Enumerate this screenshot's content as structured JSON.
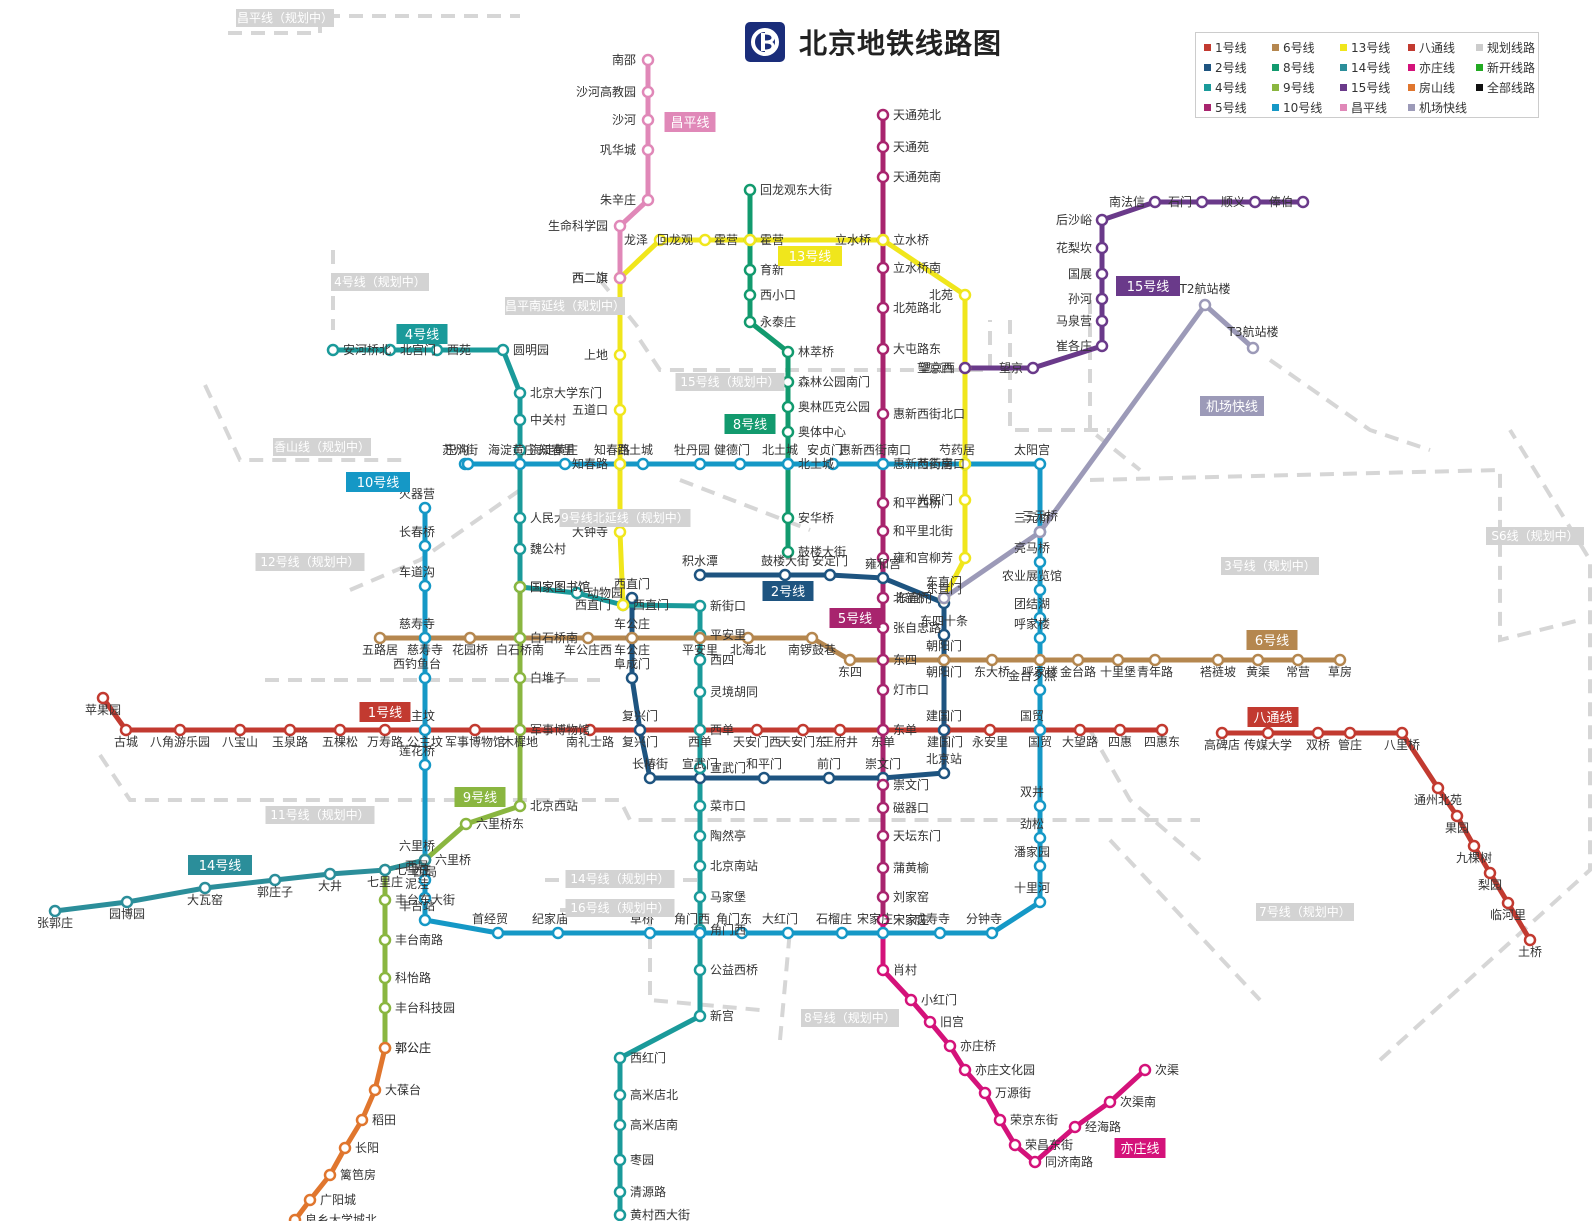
{
  "title": "北京地铁线路图",
  "logo_icon": "beijing-subway-logo",
  "legend": [
    {
      "label": "1号线",
      "color": "#c23a30"
    },
    {
      "label": "6号线",
      "color": "#b5874f"
    },
    {
      "label": "13号线",
      "color": "#f0e61c"
    },
    {
      "label": "八通线",
      "color": "#c23a30"
    },
    {
      "label": "规划线路",
      "color": "#cccccc"
    },
    {
      "label": "2号线",
      "color": "#1e5480"
    },
    {
      "label": "8号线",
      "color": "#129a6e"
    },
    {
      "label": "14号线",
      "color": "#2b8e9a"
    },
    {
      "label": "亦庄线",
      "color": "#d4127a"
    },
    {
      "label": "新开线路",
      "color": "#22aa22"
    },
    {
      "label": "4号线",
      "color": "#1a9a9a"
    },
    {
      "label": "9号线",
      "color": "#8ab640"
    },
    {
      "label": "15号线",
      "color": "#6a3a8a"
    },
    {
      "label": "房山线",
      "color": "#e0762e"
    },
    {
      "label": "全部线路",
      "color": "#111111"
    },
    {
      "label": "5号线",
      "color": "#a8246e"
    },
    {
      "label": "10号线",
      "color": "#1598c6"
    },
    {
      "label": "昌平线",
      "color": "#e088b8"
    },
    {
      "label": "机场快线",
      "color": "#9c9ab8"
    }
  ],
  "lines": [
    {
      "label": "1号线",
      "color": "#c23a30",
      "stations": [
        {
          "name": "苹果园"
        },
        {
          "name": "古城"
        },
        {
          "name": "八角游乐园"
        },
        {
          "name": "八宝山"
        },
        {
          "name": "玉泉路"
        },
        {
          "name": "五棵松"
        },
        {
          "name": "万寿路"
        },
        {
          "name": "公主坟"
        },
        {
          "name": "军事博物馆"
        },
        {
          "name": "木樨地"
        },
        {
          "name": "南礼士路"
        },
        {
          "name": "复兴门"
        },
        {
          "name": "西单"
        },
        {
          "name": "天安门西"
        },
        {
          "name": "天安门东"
        },
        {
          "name": "王府井"
        },
        {
          "name": "东单"
        },
        {
          "name": "建国门"
        },
        {
          "name": "永安里"
        },
        {
          "name": "国贸"
        },
        {
          "name": "大望路"
        },
        {
          "name": "四惠"
        },
        {
          "name": "四惠东"
        }
      ]
    },
    {
      "label": "八通线",
      "color": "#c23a30",
      "stations": [
        {
          "name": "高碑店"
        },
        {
          "name": "传媒大学"
        },
        {
          "name": "双桥"
        },
        {
          "name": "管庄"
        },
        {
          "name": "八里桥"
        },
        {
          "name": "通州北苑"
        },
        {
          "name": "果园"
        },
        {
          "name": "九棵树"
        },
        {
          "name": "梨园"
        },
        {
          "name": "临河里"
        },
        {
          "name": "土桥"
        }
      ]
    },
    {
      "label": "2号线",
      "color": "#1e5480",
      "stations": [
        {
          "name": "积水潭"
        },
        {
          "name": "鼓楼大街"
        },
        {
          "name": "安定门"
        },
        {
          "name": "雍和宫"
        },
        {
          "name": "东直门"
        },
        {
          "name": "东四十条"
        },
        {
          "name": "朝阳门"
        },
        {
          "name": "建国门"
        },
        {
          "name": "北京站"
        },
        {
          "name": "崇文门"
        },
        {
          "name": "前门"
        },
        {
          "name": "和平门"
        },
        {
          "name": "宣武门"
        },
        {
          "name": "长椿街"
        },
        {
          "name": "复兴门"
        },
        {
          "name": "阜成门"
        },
        {
          "name": "车公庄"
        },
        {
          "name": "西直门"
        }
      ]
    },
    {
      "label": "4号线",
      "color": "#1a9a9a",
      "stations": [
        {
          "name": "安河桥北"
        },
        {
          "name": "北宫门"
        },
        {
          "name": "西苑"
        },
        {
          "name": "圆明园"
        },
        {
          "name": "北京大学东门"
        },
        {
          "name": "中关村"
        },
        {
          "name": "海淀黄庄"
        },
        {
          "name": "人民大学"
        },
        {
          "name": "魏公村"
        },
        {
          "name": "国家图书馆"
        },
        {
          "name": "动物园"
        },
        {
          "name": "西直门"
        },
        {
          "name": "新街口"
        },
        {
          "name": "平安里"
        },
        {
          "name": "西四"
        },
        {
          "name": "灵境胡同"
        },
        {
          "name": "西单"
        },
        {
          "name": "宣武门"
        },
        {
          "name": "菜市口"
        },
        {
          "name": "陶然亭"
        },
        {
          "name": "北京南站"
        },
        {
          "name": "马家堡"
        },
        {
          "name": "角门西"
        },
        {
          "name": "公益西桥"
        },
        {
          "name": "新宫"
        },
        {
          "name": "西红门"
        },
        {
          "name": "高米店北"
        },
        {
          "name": "高米店南"
        },
        {
          "name": "枣园"
        },
        {
          "name": "清源路"
        },
        {
          "name": "黄村西大街"
        }
      ]
    },
    {
      "label": "5号线",
      "color": "#a8246e",
      "stations": [
        {
          "name": "天通苑北"
        },
        {
          "name": "天通苑"
        },
        {
          "name": "天通苑南"
        },
        {
          "name": "立水桥"
        },
        {
          "name": "立水桥南"
        },
        {
          "name": "北苑路北"
        },
        {
          "name": "大屯路东"
        },
        {
          "name": "惠新西街北口"
        },
        {
          "name": "惠新西街南口"
        },
        {
          "name": "和平西桥"
        },
        {
          "name": "和平里北街"
        },
        {
          "name": "雍和宫"
        },
        {
          "name": "北新桥"
        },
        {
          "name": "张自忠路"
        },
        {
          "name": "东四"
        },
        {
          "name": "灯市口"
        },
        {
          "name": "东单"
        },
        {
          "name": "崇文门"
        },
        {
          "name": "磁器口"
        },
        {
          "name": "天坛东门"
        },
        {
          "name": "蒲黄榆"
        },
        {
          "name": "刘家窑"
        },
        {
          "name": "宋家庄"
        }
      ]
    },
    {
      "label": "6号线",
      "color": "#b5874f",
      "stations": [
        {
          "name": "五路居"
        },
        {
          "name": "慈寿寺"
        },
        {
          "name": "花园桥"
        },
        {
          "name": "白石桥南"
        },
        {
          "name": "车公庄西"
        },
        {
          "name": "车公庄"
        },
        {
          "name": "平安里"
        },
        {
          "name": "北海北"
        },
        {
          "name": "南锣鼓巷"
        },
        {
          "name": "东四"
        },
        {
          "name": "朝阳门"
        },
        {
          "name": "东大桥"
        },
        {
          "name": "呼家楼"
        },
        {
          "name": "金台路"
        },
        {
          "name": "十里堡"
        },
        {
          "name": "青年路"
        },
        {
          "name": "褡裢坡"
        },
        {
          "name": "黄渠"
        },
        {
          "name": "常营"
        },
        {
          "name": "草房"
        }
      ]
    },
    {
      "label": "8号线",
      "color": "#129a6e",
      "stations": [
        {
          "name": "回龙观东大街"
        },
        {
          "name": "霍营"
        },
        {
          "name": "育新"
        },
        {
          "name": "西小口"
        },
        {
          "name": "永泰庄"
        },
        {
          "name": "林萃桥"
        },
        {
          "name": "森林公园南门"
        },
        {
          "name": "奥林匹克公园"
        },
        {
          "name": "奥体中心"
        },
        {
          "name": "北土城"
        },
        {
          "name": "安华桥"
        },
        {
          "name": "鼓楼大街"
        }
      ]
    },
    {
      "label": "9号线",
      "color": "#8ab640",
      "stations": [
        {
          "name": "国家图书馆"
        },
        {
          "name": "白石桥南"
        },
        {
          "name": "白堆子"
        },
        {
          "name": "军事博物馆"
        },
        {
          "name": "北京西站"
        },
        {
          "name": "六里桥东"
        },
        {
          "name": "六里桥"
        },
        {
          "name": "七里庄"
        },
        {
          "name": "丰台东大街"
        },
        {
          "name": "丰台南路"
        },
        {
          "name": "科怡路"
        },
        {
          "name": "丰台科技园"
        },
        {
          "name": "郭公庄"
        }
      ]
    },
    {
      "label": "10号线",
      "color": "#1598c6",
      "stations": [
        {
          "name": "巴沟"
        },
        {
          "name": "苏州街"
        },
        {
          "name": "海淀黄庄"
        },
        {
          "name": "知春里"
        },
        {
          "name": "知春路"
        },
        {
          "name": "西土城"
        },
        {
          "name": "牡丹园"
        },
        {
          "name": "健德门"
        },
        {
          "name": "北土城"
        },
        {
          "name": "安贞门"
        },
        {
          "name": "惠新西街南口"
        },
        {
          "name": "芍药居"
        },
        {
          "name": "太阳宫"
        },
        {
          "name": "三元桥"
        },
        {
          "name": "亮马桥"
        },
        {
          "name": "农业展览馆"
        },
        {
          "name": "团结湖"
        },
        {
          "name": "呼家楼"
        },
        {
          "name": "金台夕照"
        },
        {
          "name": "国贸"
        },
        {
          "name": "双井"
        },
        {
          "name": "劲松"
        },
        {
          "name": "潘家园"
        },
        {
          "name": "十里河"
        },
        {
          "name": "分钟寺"
        },
        {
          "name": "成寿寺"
        },
        {
          "name": "宋家庄"
        },
        {
          "name": "石榴庄"
        },
        {
          "name": "大红门"
        },
        {
          "name": "角门东"
        },
        {
          "name": "角门西"
        },
        {
          "name": "草桥"
        },
        {
          "name": "纪家庙"
        },
        {
          "name": "首经贸"
        },
        {
          "name": "丰台站"
        },
        {
          "name": "泥洼"
        },
        {
          "name": "西局"
        },
        {
          "name": "六里桥"
        },
        {
          "name": "莲花桥"
        },
        {
          "name": "公主坟"
        },
        {
          "name": "西钓鱼台"
        },
        {
          "name": "慈寿寺"
        },
        {
          "name": "车道沟"
        },
        {
          "name": "长春桥"
        },
        {
          "name": "火器营"
        }
      ]
    },
    {
      "label": "13号线",
      "color": "#f0e61c",
      "stations": [
        {
          "name": "西直门"
        },
        {
          "name": "大钟寺"
        },
        {
          "name": "知春路"
        },
        {
          "name": "五道口"
        },
        {
          "name": "上地"
        },
        {
          "name": "西二旗"
        },
        {
          "name": "龙泽"
        },
        {
          "name": "回龙观"
        },
        {
          "name": "霍营"
        },
        {
          "name": "立水桥"
        },
        {
          "name": "北苑"
        },
        {
          "name": "望京西"
        },
        {
          "name": "芍药居"
        },
        {
          "name": "光熙门"
        },
        {
          "name": "柳芳"
        },
        {
          "name": "东直门"
        }
      ]
    },
    {
      "label": "14号线",
      "color": "#2b8e9a",
      "stations": [
        {
          "name": "张郭庄"
        },
        {
          "name": "园博园"
        },
        {
          "name": "大瓦窑"
        },
        {
          "name": "郭庄子"
        },
        {
          "name": "大井"
        },
        {
          "name": "七里庄"
        },
        {
          "name": "西局"
        }
      ]
    },
    {
      "label": "15号线",
      "color": "#6a3a8a",
      "stations": [
        {
          "name": "望京西"
        },
        {
          "name": "望京"
        },
        {
          "name": "崔各庄"
        },
        {
          "name": "马泉营"
        },
        {
          "name": "孙河"
        },
        {
          "name": "国展"
        },
        {
          "name": "花梨坎"
        },
        {
          "name": "后沙峪"
        },
        {
          "name": "南法信"
        },
        {
          "name": "石门"
        },
        {
          "name": "顺义"
        },
        {
          "name": "俸伯"
        }
      ]
    },
    {
      "label": "昌平线",
      "color": "#e088b8",
      "stations": [
        {
          "name": "南邵"
        },
        {
          "name": "沙河高教园"
        },
        {
          "name": "沙河"
        },
        {
          "name": "巩华城"
        },
        {
          "name": "朱辛庄"
        },
        {
          "name": "生命科学园"
        },
        {
          "name": "西二旗"
        }
      ]
    },
    {
      "label": "机场快线",
      "color": "#9c9ab8",
      "stations": [
        {
          "name": "东直门"
        },
        {
          "name": "三元桥"
        },
        {
          "name": "T2航站楼"
        },
        {
          "name": "T3航站楼"
        }
      ]
    },
    {
      "label": "亦庄线",
      "color": "#d4127a",
      "stations": [
        {
          "name": "宋家庄"
        },
        {
          "name": "肖村"
        },
        {
          "name": "小红门"
        },
        {
          "name": "旧宫"
        },
        {
          "name": "亦庄桥"
        },
        {
          "name": "亦庄文化园"
        },
        {
          "name": "万源街"
        },
        {
          "name": "荣京东街"
        },
        {
          "name": "荣昌东街"
        },
        {
          "name": "同济南路"
        },
        {
          "name": "经海路"
        },
        {
          "name": "次渠南"
        },
        {
          "name": "次渠"
        }
      ]
    },
    {
      "label": "房山线",
      "color": "#e0762e",
      "stations": [
        {
          "name": "郭公庄"
        },
        {
          "name": "大葆台"
        },
        {
          "name": "稻田"
        },
        {
          "name": "长阳"
        },
        {
          "name": "篱笆房"
        },
        {
          "name": "广阳城"
        },
        {
          "name": "良乡大学城北"
        }
      ]
    }
  ],
  "planned_lines": [
    "昌平线（规划中）",
    "4号线（规划中）",
    "昌平南延线（规划中）",
    "15号线（规划中）",
    "香山线（规划中）",
    "9号线北延线（规划中）",
    "12号线（规划中）",
    "11号线（规划中）",
    "14号线（规划中）",
    "16号线（规划中）",
    "8号线（规划中）",
    "3号线（规划中）",
    "S6线（规划中）",
    "7号线（规划中）"
  ]
}
